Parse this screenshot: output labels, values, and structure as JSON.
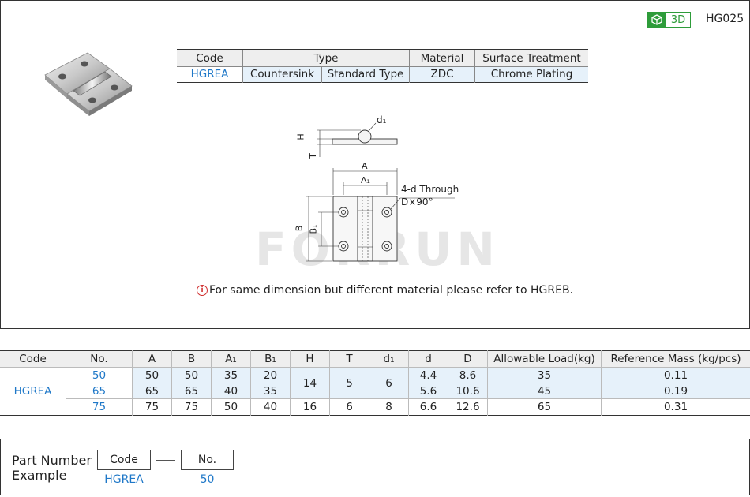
{
  "header": {
    "badge_3d": "3D",
    "model_code": "HG025"
  },
  "spec_table": {
    "headers": {
      "code": "Code",
      "type": "Type",
      "material": "Material",
      "surface": "Surface Treatment"
    },
    "row": {
      "code": "HGREA",
      "type1": "Countersink",
      "type2": "Standard Type",
      "material": "ZDC",
      "surface": "Chrome Plating"
    }
  },
  "drawing": {
    "label_d1": "d₁",
    "label_H": "H",
    "label_T": "T",
    "label_A": "A",
    "label_A1": "A₁",
    "label_B": "B",
    "label_B1": "B₁",
    "note_line1": "4-d Through",
    "note_line2": "D×90°",
    "watermark": "FORRUN"
  },
  "note": {
    "icon": "info-icon",
    "text": "For same dimension but different material please refer to HGREB."
  },
  "dim_table": {
    "headers": [
      "Code",
      "No.",
      "A",
      "B",
      "A₁",
      "B₁",
      "H",
      "T",
      "d₁",
      "d",
      "D",
      "Allowable Load(kg)",
      "Reference Mass (kg/pcs)"
    ],
    "code": "HGREA",
    "rows": [
      {
        "no": "50",
        "A": "50",
        "B": "50",
        "A1": "35",
        "B1": "20",
        "d": "4.4",
        "D": "8.6",
        "load": "35",
        "mass": "0.11"
      },
      {
        "no": "65",
        "A": "65",
        "B": "65",
        "A1": "40",
        "B1": "35",
        "d": "5.6",
        "D": "10.6",
        "load": "45",
        "mass": "0.19"
      },
      {
        "no": "75",
        "A": "75",
        "B": "75",
        "A1": "50",
        "B1": "40",
        "H": "16",
        "T": "6",
        "d1": "8",
        "d": "6.6",
        "D": "12.6",
        "load": "65",
        "mass": "0.31"
      }
    ],
    "merged": {
      "H": "14",
      "T": "5",
      "d1": "6"
    }
  },
  "part_number": {
    "title_line1": "Part Number",
    "title_line2": "Example",
    "code_label": "Code",
    "no_label": "No.",
    "code_value": "HGREA",
    "no_value": "50"
  },
  "colors": {
    "accent_blue": "#1f78c8",
    "green_3d": "#2e9c3a",
    "header_gray": "#eeeeee",
    "light_blue": "#e6f1fa"
  }
}
